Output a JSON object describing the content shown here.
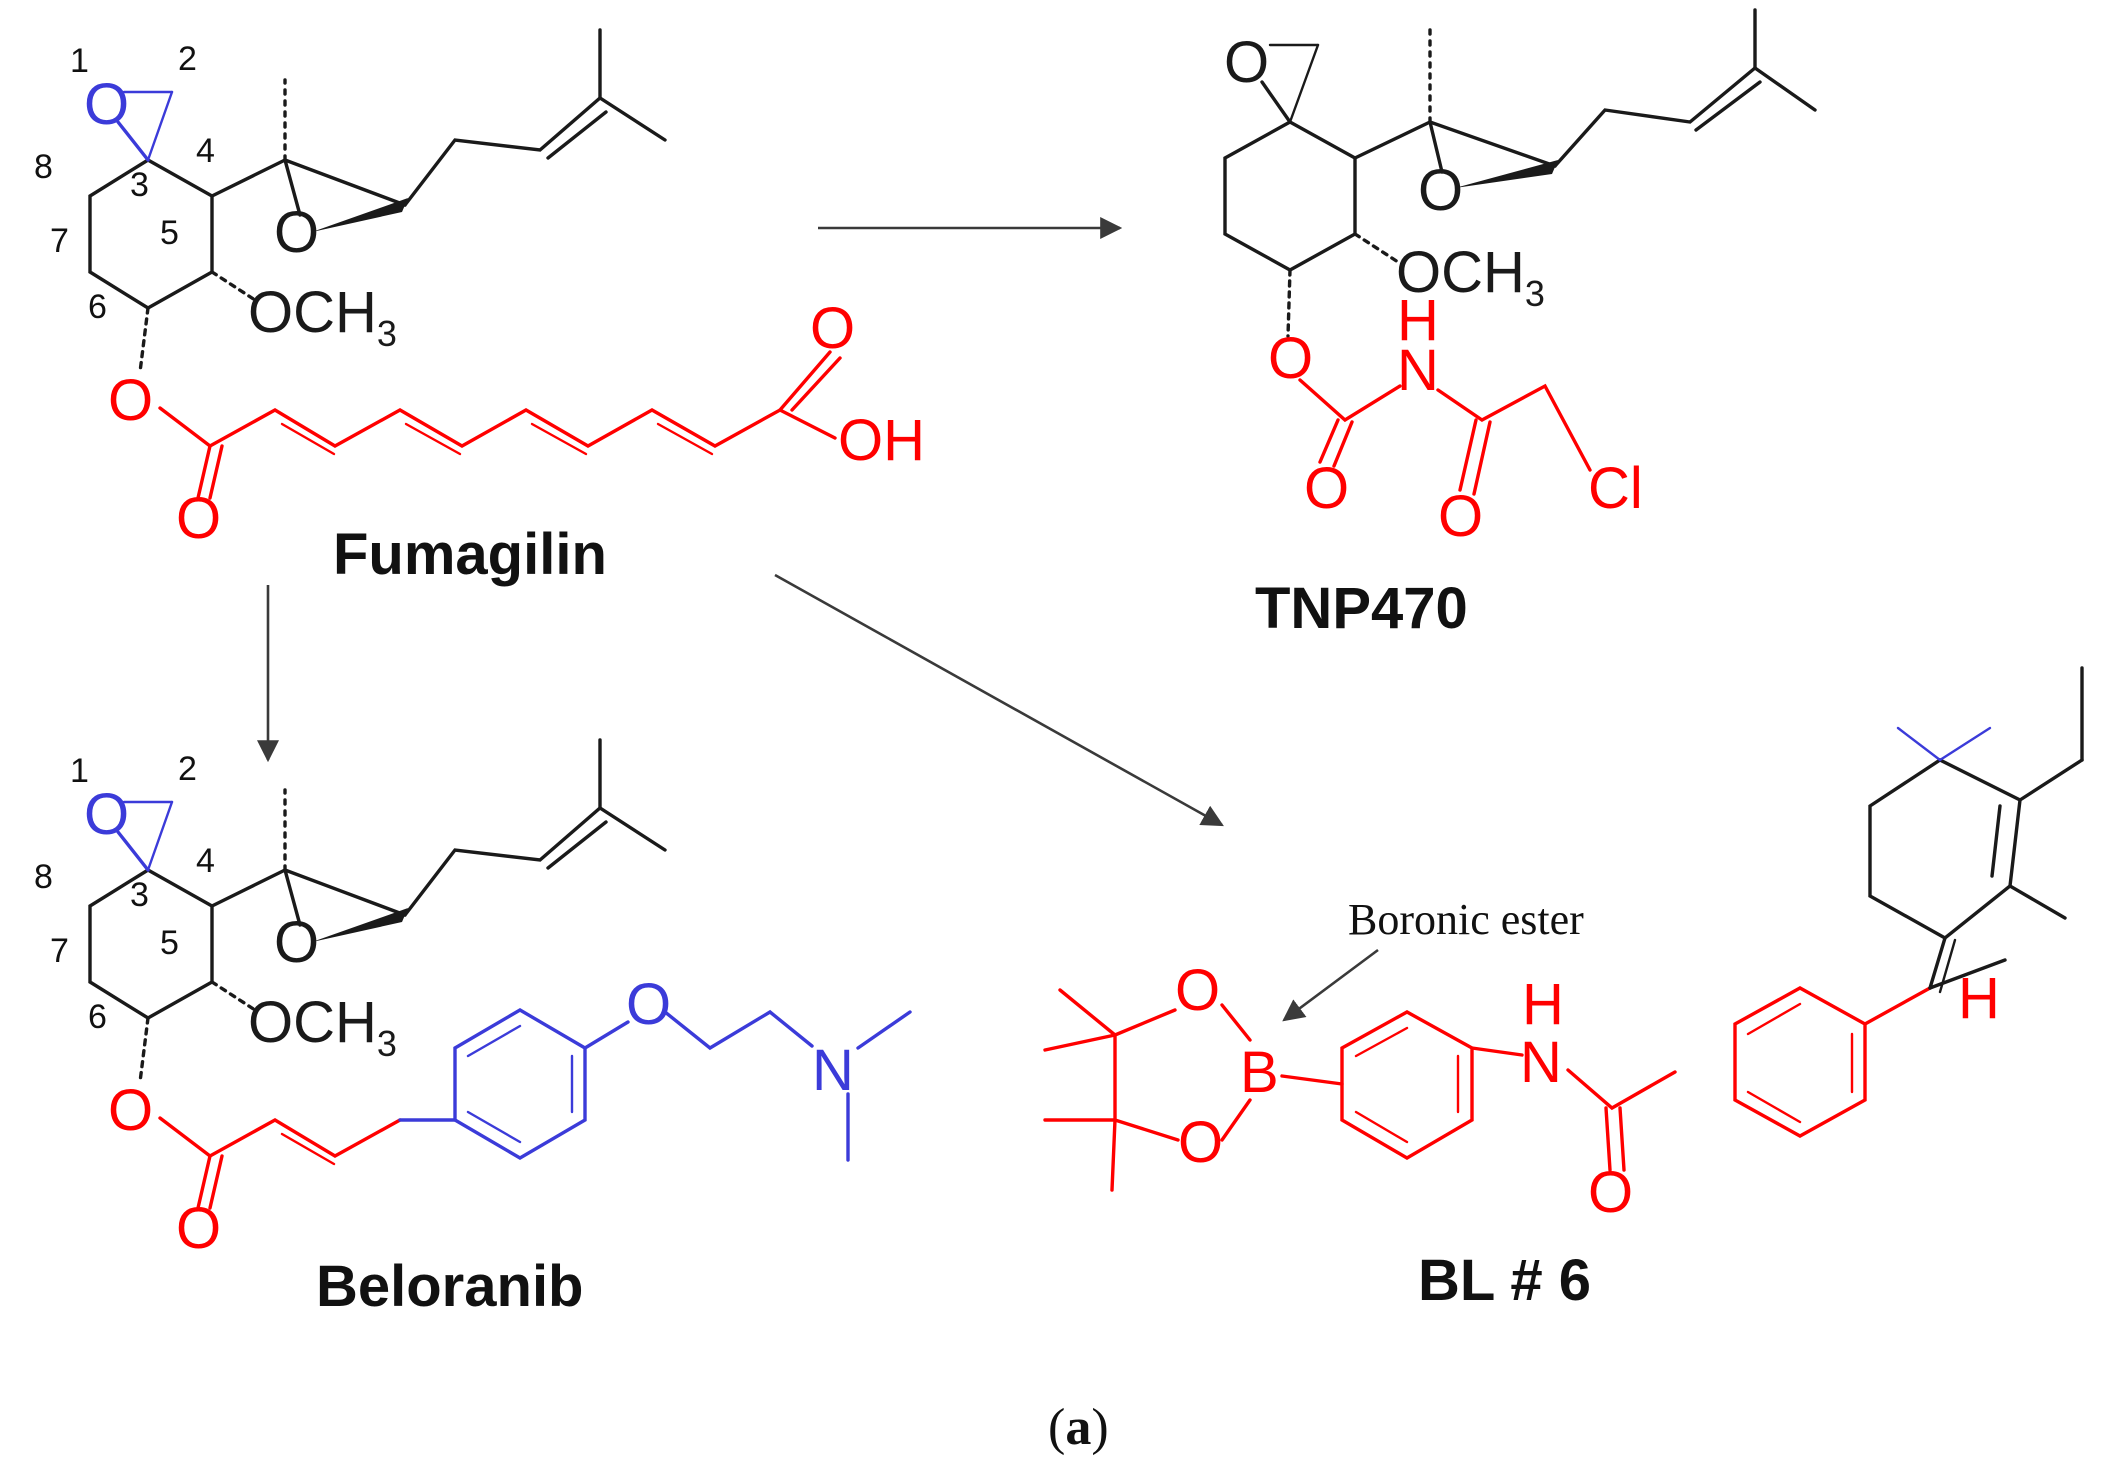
{
  "compounds": {
    "fumagilin": {
      "name": "Fumagilin"
    },
    "tnp470": {
      "name": "TNP470"
    },
    "beloranib": {
      "name": "Beloranib"
    },
    "bl6": {
      "name": "BL # 6"
    }
  },
  "annotations": {
    "boronic_ester": "Boronic ester"
  },
  "panel_label": {
    "open": "(",
    "letter": "a",
    "close": ")"
  },
  "atoms": {
    "O": "O",
    "OCH": "OCH",
    "sub3": "3",
    "OH": "OH",
    "NH_H": "H",
    "N": "N",
    "Cl": "Cl",
    "B": "B",
    "H": "H"
  },
  "ring_numbers": [
    "1",
    "2",
    "3",
    "4",
    "5",
    "6",
    "7",
    "8"
  ],
  "colors": {
    "scaffold": "#1a1a1a",
    "modified_group": "#ff0000",
    "highlight": "#3b3bd9",
    "arrow": "#3a3a3a"
  }
}
